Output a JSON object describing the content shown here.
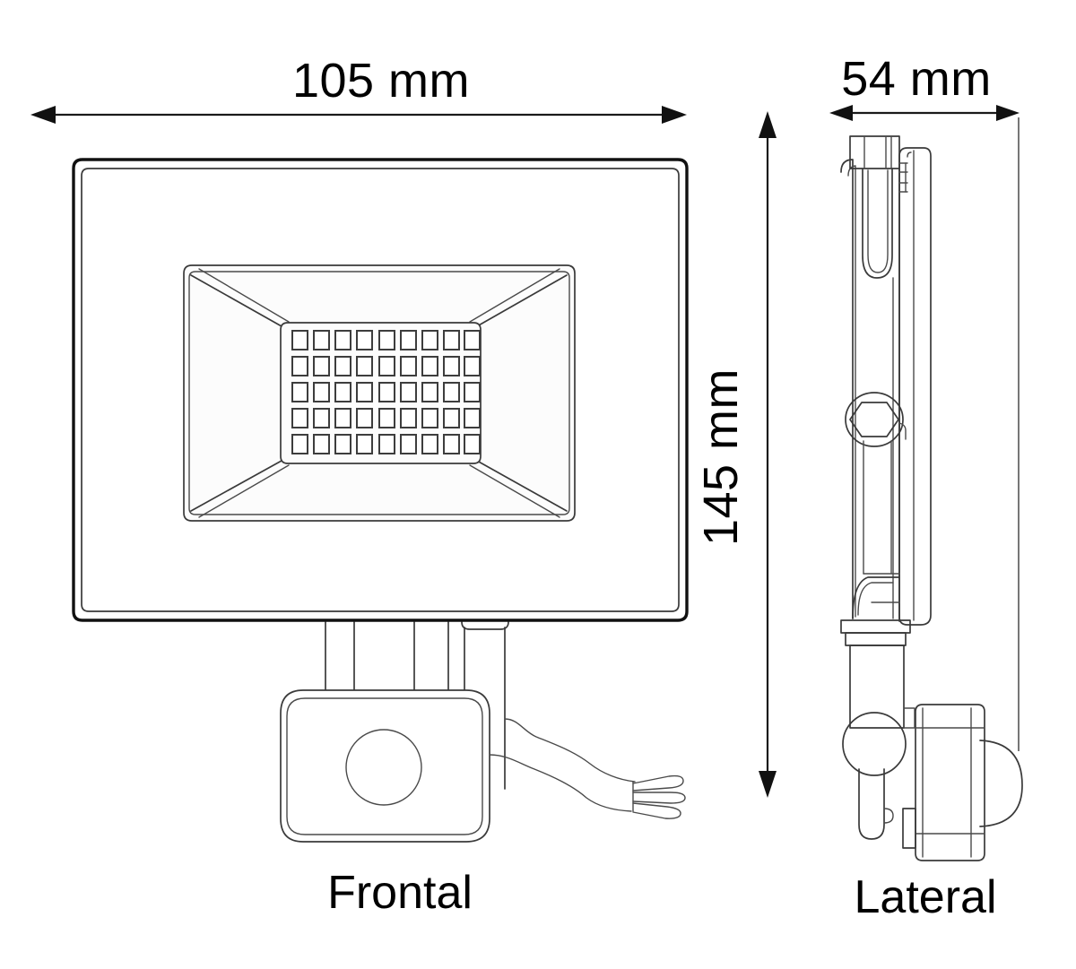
{
  "drawing": {
    "title": "LED Floodlight with PIR Sensor - Dimensional Drawing",
    "background_color": "#ffffff",
    "line_color": "#2b2b2b",
    "text_color": "#000000"
  },
  "dimensions": {
    "width": {
      "id": "width-dimension",
      "label": "105 mm",
      "value": 105,
      "unit": "mm",
      "orientation": "horizontal",
      "applies_to": "Frontal"
    },
    "height": {
      "id": "height-dimension",
      "label": "145 mm",
      "value": 145,
      "unit": "mm",
      "orientation": "vertical",
      "applies_to": "Lateral"
    },
    "depth": {
      "id": "depth-dimension",
      "label": "54 mm",
      "value": 54,
      "unit": "mm",
      "orientation": "horizontal",
      "applies_to": "Lateral"
    }
  },
  "views": {
    "front": {
      "id": "front-view",
      "label": "Frontal",
      "components": {
        "housing": "rectangular-housing",
        "lens_frame": "beveled-reflector-frame",
        "led_panel": "led-array-panel",
        "mount_neck": "mounting-neck",
        "sensor_housing": "pir-sensor-housing",
        "sensor_lens": "pir-dome-lens",
        "cable": "three-core-cable"
      },
      "led_array": {
        "columns": 9,
        "rows": 5,
        "total": 45
      },
      "cable_strands": 3
    },
    "side": {
      "id": "side-view",
      "label": "Lateral",
      "components": {
        "bracket": "u-shaped-mounting-bracket",
        "bracket_slot": "bracket-adjustment-slot",
        "body_profile": "slim-body-profile",
        "tilt_bolt": "hex-tilt-bolt",
        "pivot": "pivot-joint",
        "sensor_housing": "pir-sensor-housing",
        "sensor_lens": "pir-dome-lens"
      }
    }
  },
  "labels": {
    "front_view": "Frontal",
    "side_view": "Lateral"
  }
}
